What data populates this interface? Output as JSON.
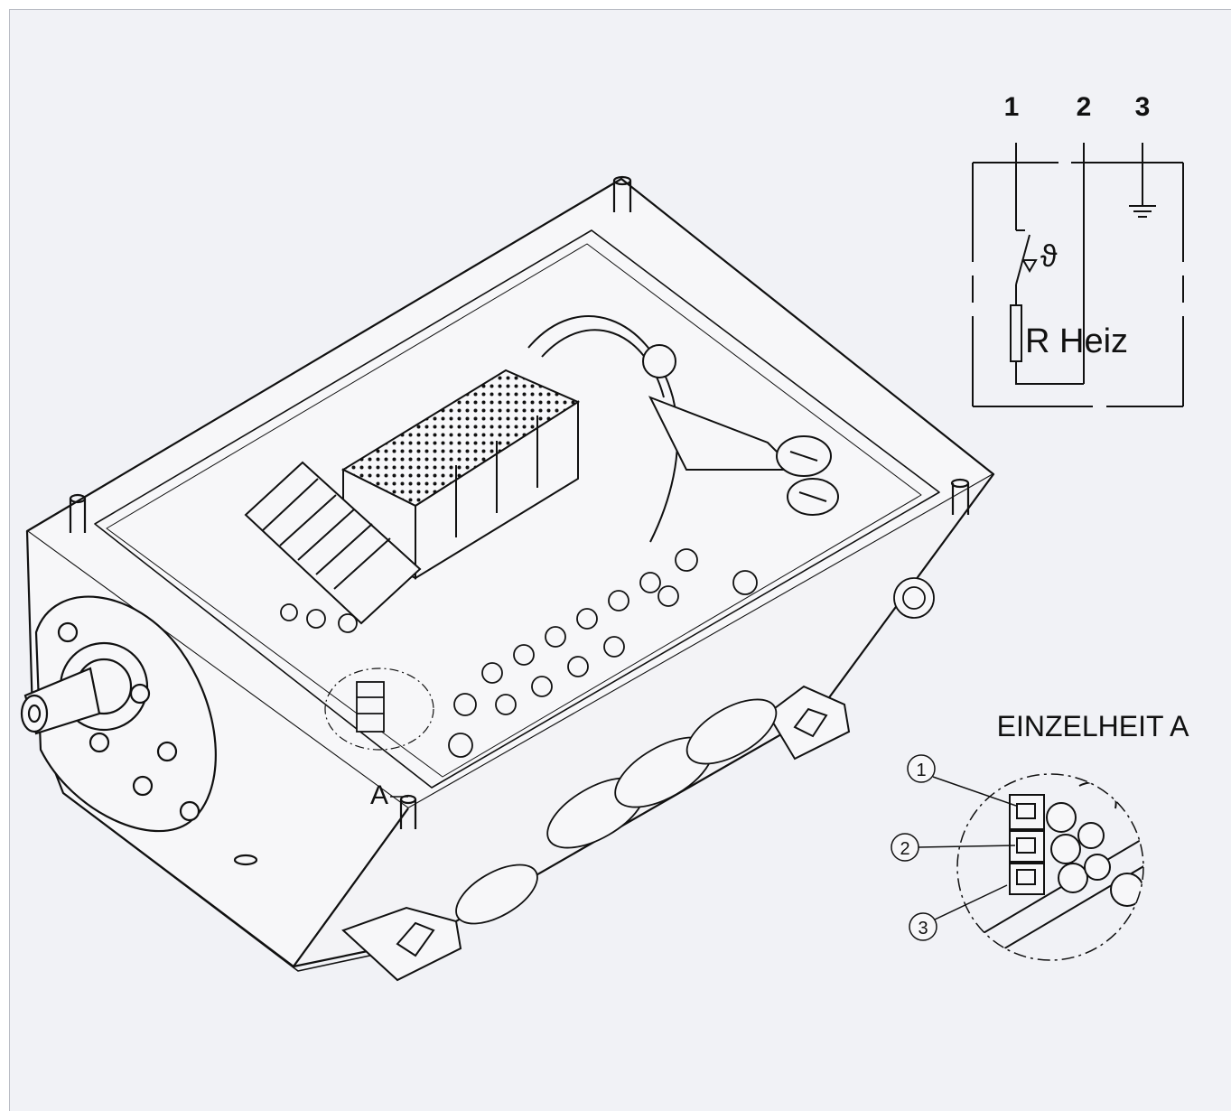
{
  "schematic": {
    "terminals": [
      "1",
      "2",
      "3"
    ],
    "theta_label": "ϑ",
    "resistor_label": "R Heiz"
  },
  "detail": {
    "title": "EINZELHEIT A",
    "callouts": [
      "1",
      "2",
      "3"
    ]
  },
  "main": {
    "detail_marker": "A"
  },
  "colors": {
    "background": "#f1f2f6",
    "line": "#111111"
  }
}
